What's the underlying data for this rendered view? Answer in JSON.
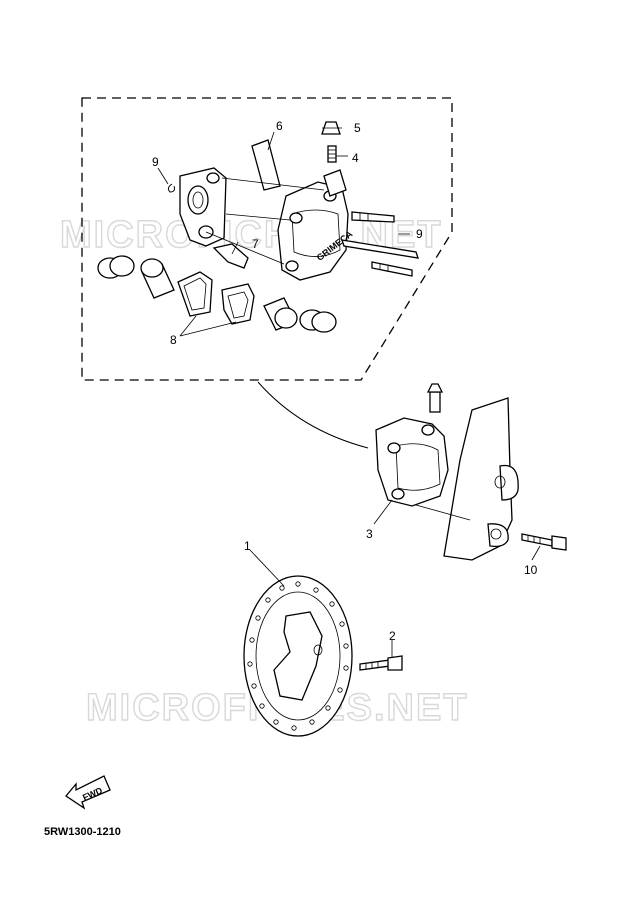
{
  "watermark": "MICROFICHES.NET",
  "callouts": [
    "1",
    "2",
    "3",
    "4",
    "5",
    "6",
    "7",
    "8",
    "9",
    "9",
    "10"
  ],
  "caliper_brand": "GRIMECA",
  "fwd_label": "FWD",
  "diagram_code": "5RW1300-1210"
}
